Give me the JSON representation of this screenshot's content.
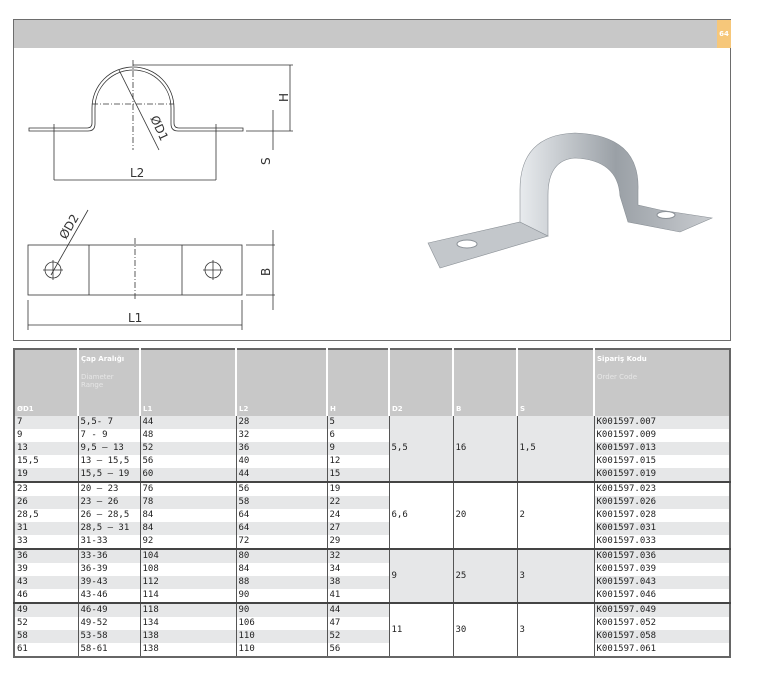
{
  "page_number": "64",
  "drawing_labels": {
    "d1": "ØD1",
    "h": "H",
    "s": "S",
    "l2": "L2",
    "d2": "ØD2",
    "b": "B",
    "l1": "L1"
  },
  "table": {
    "headers": {
      "d1": "ØD1",
      "range_tr": "Çap Aralığı",
      "range_en": "Diameter Range",
      "l1": "L1",
      "l2": "L2",
      "h": "H",
      "d2": "D2",
      "b": "B",
      "s": "S",
      "code_tr": "Sipariş Kodu",
      "code_en": "Order Code"
    },
    "groups": [
      {
        "d2": "5,5",
        "b": "16",
        "s": "1,5",
        "rows": [
          [
            "7",
            "5,5- 7",
            "44",
            "28",
            "5",
            "K001597.007"
          ],
          [
            "9",
            "7 - 9",
            "48",
            "32",
            "6",
            "K001597.009"
          ],
          [
            "13",
            "9,5 – 13",
            "52",
            "36",
            "9",
            "K001597.013"
          ],
          [
            "15,5",
            "13 – 15,5",
            "56",
            "40",
            "12",
            "K001597.015"
          ],
          [
            "19",
            "15,5 – 19",
            "60",
            "44",
            "15",
            "K001597.019"
          ]
        ]
      },
      {
        "d2": "6,6",
        "b": "20",
        "s": "2",
        "rows": [
          [
            "23",
            "20 – 23",
            "76",
            "56",
            "19",
            "K001597.023"
          ],
          [
            "26",
            "23 – 26",
            "78",
            "58",
            "22",
            "K001597.026"
          ],
          [
            "28,5",
            "26 – 28,5",
            "84",
            "64",
            "24",
            "K001597.028"
          ],
          [
            "31",
            "28,5 – 31",
            "84",
            "64",
            "27",
            "K001597.031"
          ],
          [
            "33",
            "31-33",
            "92",
            "72",
            "29",
            "K001597.033"
          ]
        ]
      },
      {
        "d2": "9",
        "b": "25",
        "s": "3",
        "rows": [
          [
            "36",
            "33-36",
            "104",
            "80",
            "32",
            "K001597.036"
          ],
          [
            "39",
            "36-39",
            "108",
            "84",
            "34",
            "K001597.039"
          ],
          [
            "43",
            "39-43",
            "112",
            "88",
            "38",
            "K001597.043"
          ],
          [
            "46",
            "43-46",
            "114",
            "90",
            "41",
            "K001597.046"
          ]
        ]
      },
      {
        "d2": "11",
        "b": "30",
        "s": "3",
        "rows": [
          [
            "49",
            "46-49",
            "118",
            "90",
            "44",
            "K001597.049"
          ],
          [
            "52",
            "49-52",
            "134",
            "106",
            "47",
            "K001597.052"
          ],
          [
            "58",
            "53-58",
            "138",
            "110",
            "52",
            "K001597.058"
          ],
          [
            "61",
            "58-61",
            "138",
            "110",
            "56",
            "K001597.061"
          ]
        ]
      }
    ]
  }
}
